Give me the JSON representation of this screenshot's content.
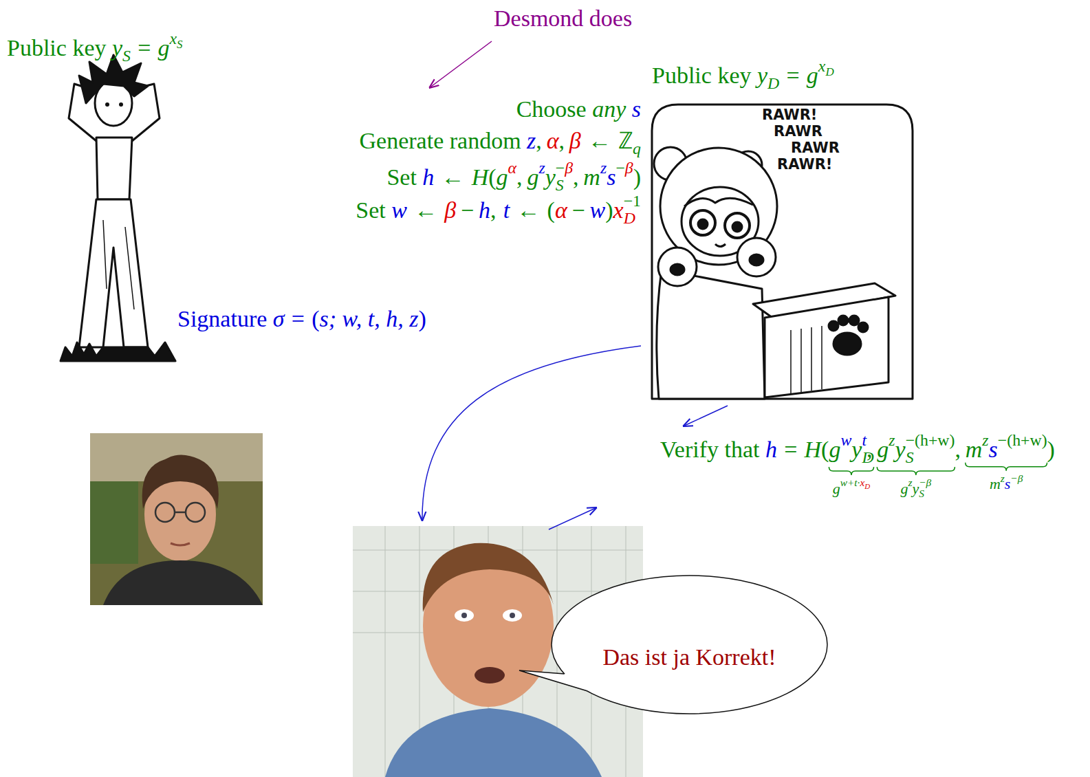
{
  "diagram": {
    "nodes": [
      {
        "text": [
          "Das ist ja Korrekt!"
        ]
      }
    ],
    "labels": [
      "Desmond does",
      "Public key",
      "y",
      "S",
      "=",
      "g",
      "x",
      "S",
      "Public key",
      "y",
      "D",
      "=",
      "g",
      "x",
      "D",
      "Choose",
      "any",
      "s",
      "Generate random",
      "z",
      ",",
      "α",
      ",",
      "β",
      "←",
      "ℤ",
      "q",
      "Set",
      "h",
      "←",
      "H",
      "(",
      "g",
      "α",
      ",",
      "g",
      "z",
      "y",
      "S",
      "−",
      "β",
      ",",
      "m",
      "z",
      "s",
      "−",
      "β",
      ")",
      "Set",
      "w",
      "←",
      "β",
      "−",
      "h",
      ",",
      "t",
      "←",
      "(",
      "α",
      "−",
      "w",
      ")",
      "x",
      "D",
      "−1",
      "Signature",
      "σ",
      "=",
      "(",
      "s; w, t, h, z",
      ")",
      "Verify that",
      "h",
      "=",
      "H",
      "(",
      "g",
      "w",
      "y",
      "D",
      "t",
      ",",
      "g",
      "z",
      "y",
      "S",
      "−(h+w)",
      ",",
      "m",
      "z",
      "s",
      "−(h+w)",
      ")",
      "g",
      "w+t·",
      "x",
      "D",
      "g",
      "z",
      "y",
      "S",
      "−β",
      "m",
      "z",
      "s",
      "−β",
      "RAWR!",
      "RAWR",
      "RAWR",
      "RAWR!"
    ]
  }
}
